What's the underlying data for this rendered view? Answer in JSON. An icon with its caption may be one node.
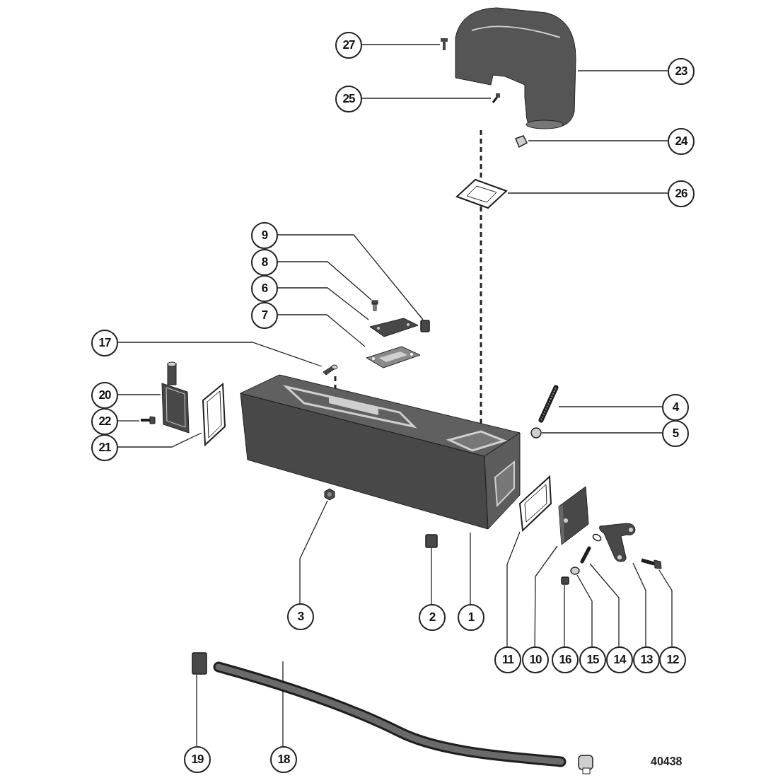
{
  "diagram": {
    "nodes": [
      {
        "text": [
          "1"
        ]
      },
      {
        "text": [
          "2"
        ]
      },
      {
        "text": [
          "3"
        ]
      },
      {
        "text": [
          "4"
        ]
      },
      {
        "text": [
          "5"
        ]
      },
      {
        "text": [
          "6"
        ]
      },
      {
        "text": [
          "7"
        ]
      },
      {
        "text": [
          "8"
        ]
      },
      {
        "text": [
          "9"
        ]
      },
      {
        "text": [
          "10"
        ]
      },
      {
        "text": [
          "11"
        ]
      },
      {
        "text": [
          "12"
        ]
      },
      {
        "text": [
          "13"
        ]
      },
      {
        "text": [
          "14"
        ]
      },
      {
        "text": [
          "15"
        ]
      },
      {
        "text": [
          "16"
        ]
      },
      {
        "text": [
          "17"
        ]
      },
      {
        "text": [
          "18"
        ]
      },
      {
        "text": [
          "19"
        ]
      },
      {
        "text": [
          "20"
        ]
      },
      {
        "text": [
          "21"
        ]
      },
      {
        "text": [
          "22"
        ]
      },
      {
        "text": [
          "23"
        ]
      },
      {
        "text": [
          "24"
        ]
      },
      {
        "text": [
          "25"
        ]
      },
      {
        "text": [
          "26"
        ]
      },
      {
        "text": [
          "27"
        ]
      },
      {
        "text": [],
        "shape": "picture"
      },
      {
        "text": [],
        "shape": "box"
      },
      {
        "text": [],
        "shape": "picture"
      },
      {
        "text": [],
        "shape": "picture"
      },
      {
        "text": [],
        "shape": "circle"
      },
      {
        "text": [],
        "shape": "picture"
      },
      {
        "text": [],
        "shape": "picture"
      },
      {
        "text": [],
        "shape": "picture"
      },
      {
        "text": [],
        "shape": "box"
      },
      {
        "text": [],
        "shape": "picture"
      },
      {
        "text": [],
        "shape": "picture"
      },
      {
        "text": [],
        "shape": "picture"
      },
      {
        "text": [],
        "shape": "picture"
      },
      {
        "text": [],
        "shape": "picture"
      },
      {
        "text": [],
        "shape": "circle"
      },
      {
        "text": [],
        "shape": "box"
      },
      {
        "text": [],
        "shape": "picture"
      },
      {
        "text": [],
        "shape": "picture"
      },
      {
        "text": [],
        "shape": "box"
      },
      {
        "text": [],
        "shape": "picture"
      },
      {
        "text": [],
        "shape": "picture"
      },
      {
        "text": [],
        "shape": "picture"
      },
      {
        "text": [],
        "shape": "picture"
      },
      {
        "text": [],
        "shape": "picture"
      },
      {
        "text": [],
        "shape": "picture"
      },
      {
        "text": [],
        "shape": "picture"
      },
      {
        "text": [],
        "shape": "picture"
      }
    ],
    "edges": [
      {
        "from": 0,
        "to": 27,
        "arrow": "none"
      },
      {
        "from": 1,
        "to": 28,
        "arrow": "none"
      },
      {
        "from": 2,
        "to": 29,
        "arrow": "none"
      },
      {
        "from": 3,
        "to": 30,
        "arrow": "none"
      },
      {
        "from": 4,
        "to": 31,
        "arrow": "none"
      },
      {
        "from": 5,
        "to": 32,
        "arrow": "none"
      },
      {
        "from": 6,
        "to": 33,
        "arrow": "none"
      },
      {
        "from": 7,
        "to": 34,
        "arrow": "none"
      },
      {
        "from": 8,
        "to": 35,
        "arrow": "none"
      },
      {
        "from": 9,
        "to": 36,
        "arrow": "none"
      },
      {
        "from": 10,
        "to": 37,
        "arrow": "none"
      },
      {
        "from": 11,
        "to": 38,
        "arrow": "none"
      },
      {
        "from": 12,
        "to": 39,
        "arrow": "none"
      },
      {
        "from": 13,
        "to": 40,
        "arrow": "none"
      },
      {
        "from": 14,
        "to": 41,
        "arrow": "none"
      },
      {
        "from": 15,
        "to": 42,
        "arrow": "none"
      },
      {
        "from": 16,
        "to": 43,
        "arrow": "none"
      },
      {
        "from": 17,
        "to": 44,
        "arrow": "none"
      },
      {
        "from": 18,
        "to": 45,
        "arrow": "none"
      },
      {
        "from": 19,
        "to": 46,
        "arrow": "none"
      },
      {
        "from": 20,
        "to": 47,
        "arrow": "none"
      },
      {
        "from": 21,
        "to": 48,
        "arrow": "none"
      },
      {
        "from": 22,
        "to": 49,
        "arrow": "none"
      },
      {
        "from": 23,
        "to": 50,
        "arrow": "none"
      },
      {
        "from": 24,
        "to": 51,
        "arrow": "none"
      },
      {
        "from": 25,
        "to": 52,
        "arrow": "none"
      },
      {
        "from": 26,
        "to": 53,
        "arrow": "none"
      }
    ],
    "labels": [
      "40438"
    ]
  }
}
